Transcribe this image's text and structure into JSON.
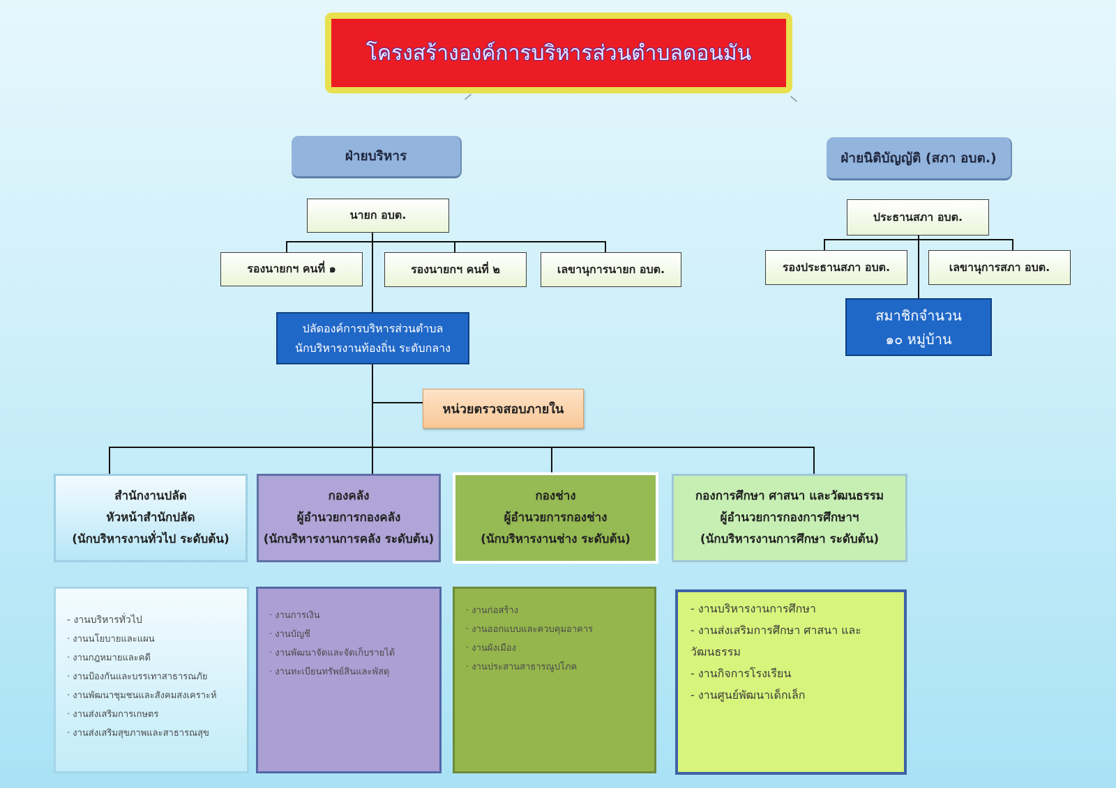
{
  "title": "โครงสร้างองค์การบริหารส่วนตำบลดอนมัน",
  "executive": {
    "label": "ฝ่ายบริหาร",
    "mayor": "นายก อบต.",
    "deputy1": "รองนายกฯ คนที่ ๑",
    "deputy2": "รองนายกฯ คนที่ ๒",
    "secretary": "เลขานุการนายก อบต.",
    "palad_line1": "ปลัดองค์การบริหารส่วนตำบล",
    "palad_line2": "นักบริหารงานท้องถิ่น ระดับกลาง",
    "audit": "หน่วยตรวจสอบภายใน"
  },
  "legislative": {
    "label": "ฝ่ายนิติบัญญัติ  (สภา อบต.)",
    "president": "ประธานสภา อบต.",
    "vice_president": "รองประธานสภา อบต.",
    "secretary": "เลขานุการสภา อบต.",
    "members_line1": "สมาชิกจำนวน",
    "members_line2": "๑๐ หมู่บ้าน"
  },
  "departments": [
    {
      "name": "สำนักงานปลัด",
      "head": "หัวหน้าสำนักปลัด",
      "rank": "(นักบริหารงานทั่วไป ระดับต้น)",
      "tasks": [
        "- งานบริหารทั่วไป",
        "· งานนโยบายและแผน",
        "· งานกฎหมายและคดี",
        "· งานป้องกันและบรรเทาสาธารณภัย",
        "· งานพัฒนาชุมชนและสังคมสงเคราะห์",
        "· งานส่งเสริมการเกษตร",
        "· งานส่งเสริมสุขภาพและสาธารณสุข"
      ]
    },
    {
      "name": "กองคลัง",
      "head": "ผู้อำนวยการกองคลัง",
      "rank": "(นักบริหารงานการคลัง ระดับต้น)",
      "tasks": [
        "· งานการเงิน",
        "· งานบัญชี",
        "· งานพัฒนาจัดและจัดเก็บรายได้",
        "· งานทะเบียนทรัพย์สินและพัสดุ"
      ]
    },
    {
      "name": "กองช่าง",
      "head": "ผู้อำนวยการกองช่าง",
      "rank": "(นักบริหารงานช่าง ระดับต้น)",
      "tasks": [
        "· งานก่อสร้าง",
        "· งานออกแบบและควบคุมอาคาร",
        "· งานผังเมือง",
        "· งานประสานสาธารณูปโภค"
      ]
    },
    {
      "name": "กองการศึกษา ศาสนา และวัฒนธรรม",
      "head": "ผู้อำนวยการกองการศึกษาฯ",
      "rank": "(นักบริหารงานการศึกษา ระดับต้น)",
      "tasks": [
        "- งานบริหารงานการศึกษา",
        "- งานส่งเสริมการศึกษา ศาสนา และ",
        "วัฒนธรรม",
        "- งานกิจการโรงเรียน",
        "- งานศูนย์พัฒนาเด็กเล็ก"
      ]
    }
  ]
}
